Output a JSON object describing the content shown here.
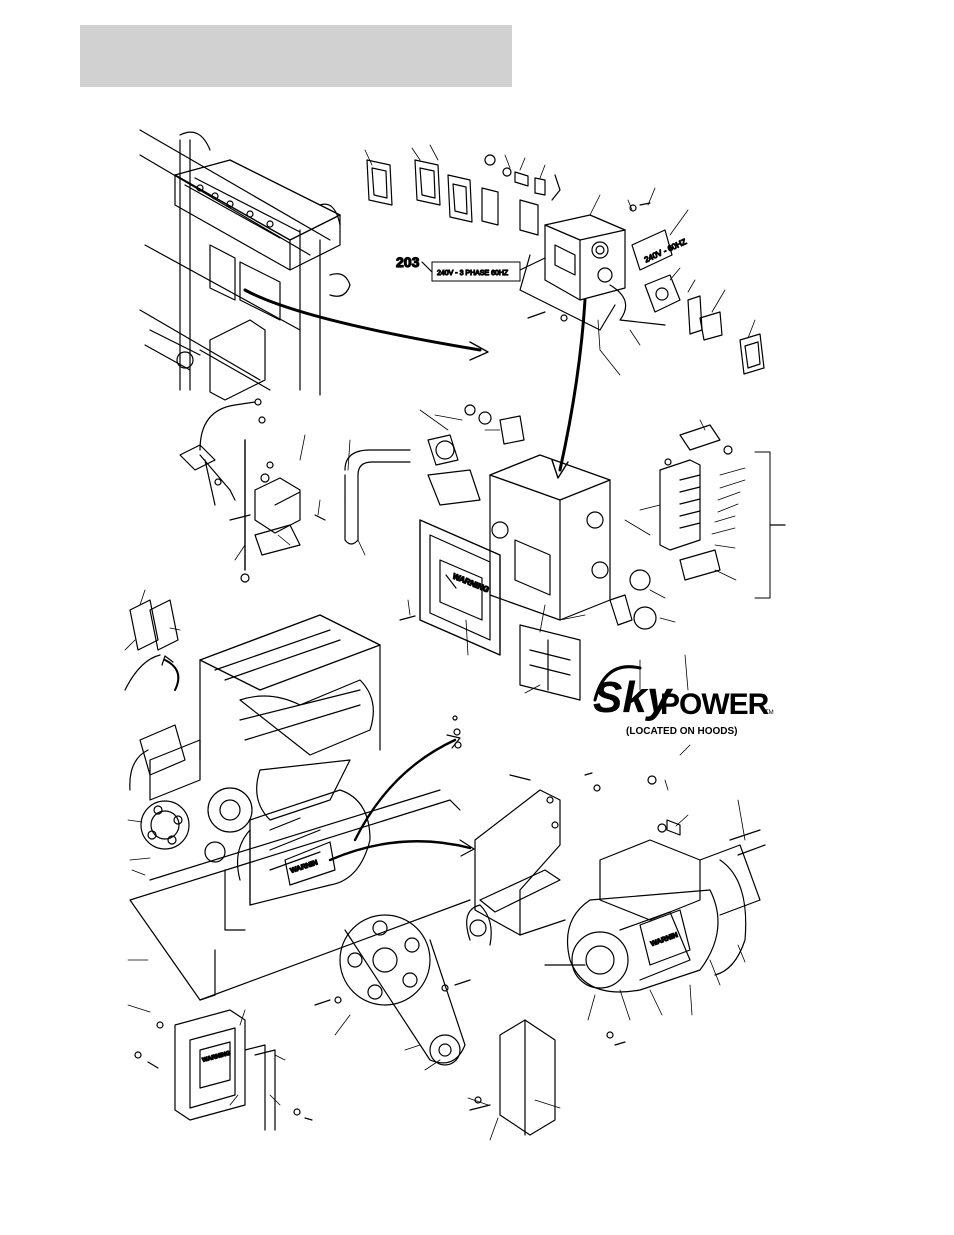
{
  "callout": {
    "number": "203",
    "decal_text": "240V - 3 PHASE   60HZ"
  },
  "decal_small": "240V - 60HZ",
  "warning_word": "WARNING",
  "warning_word_short": "WARNIN",
  "logo": {
    "sky": "Sky",
    "power": "POWER",
    "tm": "TM",
    "location_note": "(LOCATED ON HOODS)"
  },
  "colors": {
    "line": "#000000",
    "header_bar": "#d1d1d1",
    "background": "#ffffff"
  }
}
